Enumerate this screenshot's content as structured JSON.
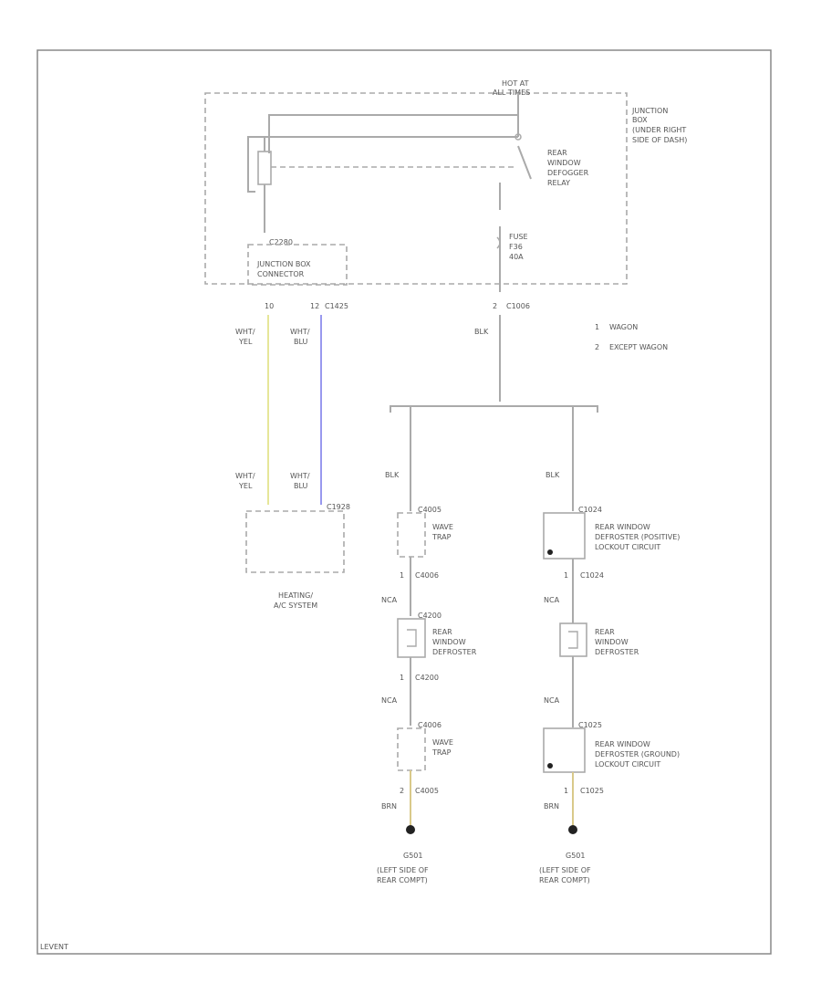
{
  "relay": {
    "hot_label_1": "HOT AT",
    "hot_label_2": "ALL TIMES",
    "jb_label": [
      "JUNCTION",
      "BOX",
      "(UNDER RIGHT",
      "SIDE OF DASH)"
    ],
    "relay_label": [
      "REAR",
      "WINDOW",
      "DEFOGGER",
      "RELAY"
    ],
    "fuse_label": [
      "FUSE",
      "F36",
      "40A"
    ]
  },
  "connectors": {
    "top_left": "C2280",
    "jb_connector_label": [
      "JUNCTION BOX",
      "CONNECTOR"
    ],
    "pin_left": "10",
    "pin_mid": "12",
    "circuit_mid": "C1425",
    "pin_right": "2",
    "circuit_right": "C1006"
  },
  "wires": {
    "whtyel": [
      "WHT/",
      "YEL"
    ],
    "whtblu": [
      "WHT/",
      "BLU"
    ],
    "blk": "BLK",
    "nca": "NCA",
    "brn": "BRN"
  },
  "notes": {
    "n1_num": "1",
    "n1_text": "WAGON",
    "n2_num": "2",
    "n2_text": "EXCEPT WAGON"
  },
  "hvac": {
    "connector": "C1928",
    "label": [
      "HEATING/",
      "A/C SYSTEM"
    ]
  },
  "left_branch": {
    "trap1_conn": "C4005",
    "trap1_label": [
      "WAVE",
      "TRAP"
    ],
    "c1_num": "1",
    "c1": "C4006",
    "defroster_conn": "C4200",
    "defroster_label": [
      "REAR",
      "WINDOW",
      "DEFROSTER"
    ],
    "c2_num": "1",
    "c2": "C4200",
    "trap2_conn": "C4006",
    "trap2_label": [
      "WAVE",
      "TRAP"
    ],
    "c3_num": "2",
    "c3": "C4005",
    "ground": "G501",
    "ground_label": [
      "(LEFT SIDE OF",
      "REAR COMPT)"
    ]
  },
  "right_branch": {
    "lock1_conn": "C1024",
    "lock1_label": [
      "REAR WINDOW",
      "DEFROSTER (POSITIVE)",
      "LOCKOUT CIRCUIT"
    ],
    "c1_num": "1",
    "c1": "C1024",
    "defroster_label": [
      "REAR",
      "WINDOW",
      "DEFROSTER"
    ],
    "lock2_conn": "C1025",
    "lock2_label": [
      "REAR WINDOW",
      "DEFROSTER (GROUND)",
      "LOCKOUT CIRCUIT"
    ],
    "c3_num": "1",
    "c3": "C1025",
    "ground": "G501",
    "ground_label": [
      "(LEFT SIDE OF",
      "REAR COMPT)"
    ]
  },
  "footer": {
    "code": "LEVENT"
  },
  "colors": {
    "whtyel": "#e6e699",
    "whtblu": "#9999ee",
    "brn": "#d9c98a"
  }
}
